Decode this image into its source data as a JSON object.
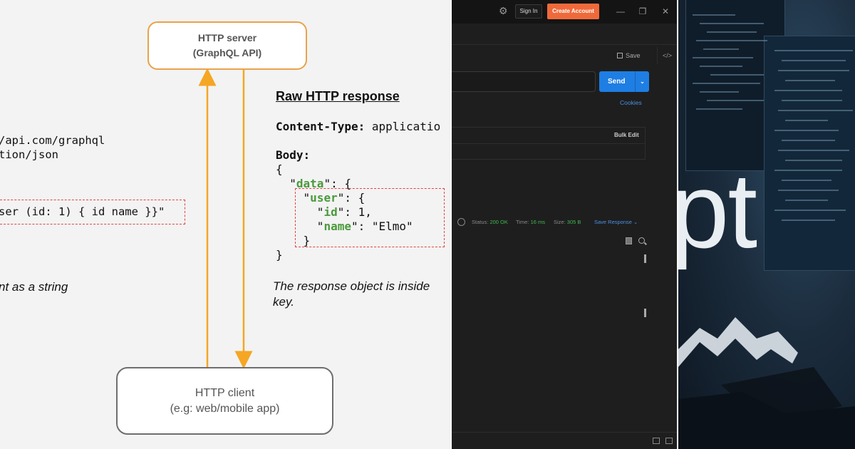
{
  "diagram": {
    "server_box": {
      "line1": "HTTP server",
      "line2": "(GraphQL API)"
    },
    "client_box": {
      "line1": "HTTP client",
      "line2": "(e.g: web/mobile app)"
    },
    "request": {
      "url_line": "/api.com/graphql",
      "content_type_line": "tion/json",
      "body_line": "ser (id: 1) { id name }}\"",
      "caption": "nt as a string"
    },
    "response": {
      "title": "Raw HTTP response",
      "content_type_label": "Content-Type:",
      "content_type_value": " applicatio",
      "body_label": "Body:",
      "json": {
        "l1": "{",
        "l2_pre": "  \"",
        "l2_key": "data",
        "l2_post": "\": {",
        "l3_pre": "    \"",
        "l3_key": "user",
        "l3_post": "\": {",
        "l4_pre": "      \"",
        "l4_key": "id",
        "l4_post": "\": 1,",
        "l5_pre": "      \"",
        "l5_key": "name",
        "l5_post": "\": \"Elmo\"",
        "l6": "    }",
        "l7": "}"
      },
      "caption_line1": "The response object is inside",
      "caption_line2": "key."
    },
    "colors": {
      "server_border": "#e8a34a",
      "arrow": "#f5a623",
      "dash": "#e04545",
      "json_key": "#4a9a3c"
    }
  },
  "api_client": {
    "titlebar": {
      "gear_icon": "gear-icon",
      "signin_label": "Sign In",
      "create_account_label": "Create Account",
      "minimize": "—",
      "restore": "❐",
      "close": "✕"
    },
    "save_label": "Save",
    "code_toggle": "</>",
    "send_label": "Send",
    "send_caret": "⌄",
    "cookies_label": "Cookies",
    "bulk_edit_label": "Bulk Edit",
    "status": {
      "status_label": "Status:",
      "status_value": "200 OK",
      "time_label": "Time:",
      "time_value": "16 ms",
      "size_label": "Size:",
      "size_value": "305 B",
      "save_response_label": "Save Response ⌄"
    },
    "colors": {
      "accent": "#1e7ee3",
      "create_account": "#ef6a3a",
      "ok": "#3fb950"
    }
  },
  "photo": {
    "overlay_text": "pt"
  }
}
